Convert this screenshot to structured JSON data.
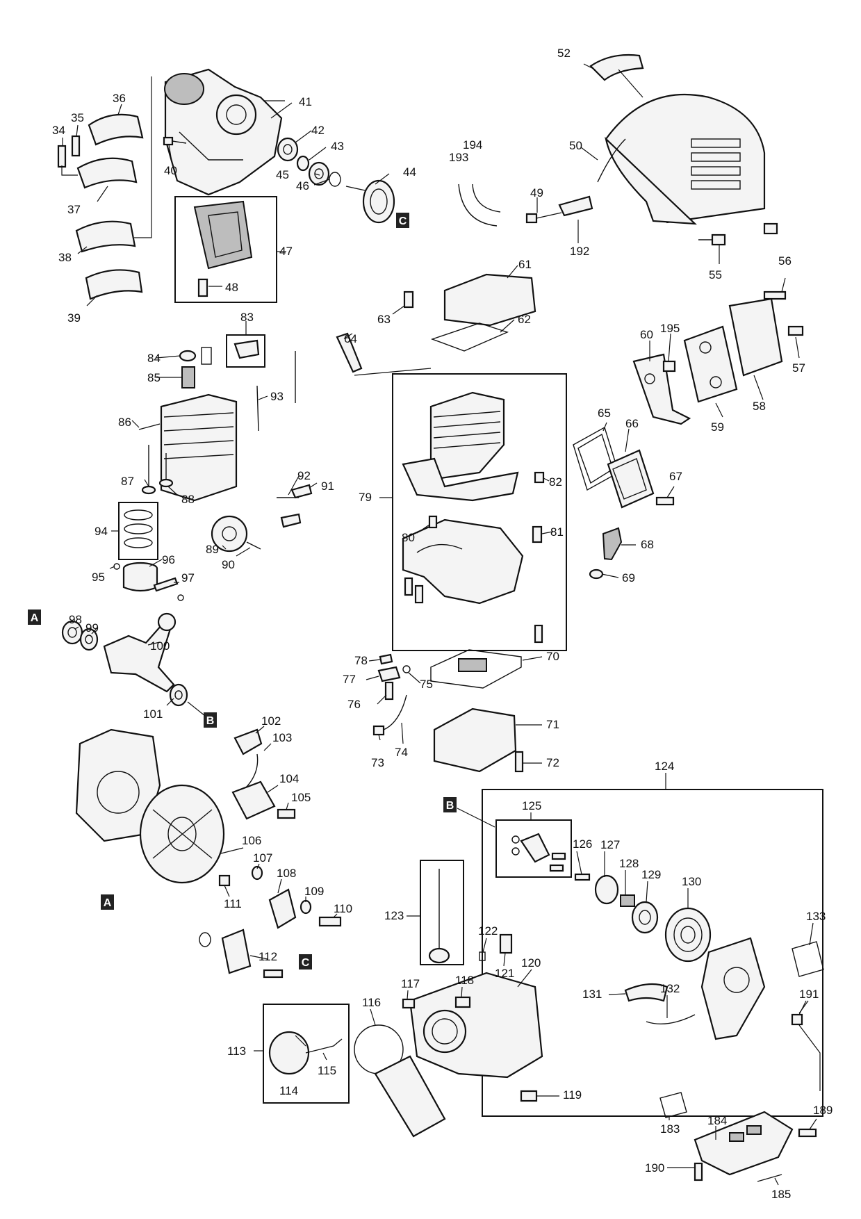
{
  "part_labels": [
    {
      "id": "34",
      "text": "34"
    },
    {
      "id": "35",
      "text": "35"
    },
    {
      "id": "36",
      "text": "36"
    },
    {
      "id": "37",
      "text": "37"
    },
    {
      "id": "38",
      "text": "38"
    },
    {
      "id": "39",
      "text": "39"
    },
    {
      "id": "40",
      "text": "40"
    },
    {
      "id": "41",
      "text": "41"
    },
    {
      "id": "42",
      "text": "42"
    },
    {
      "id": "43",
      "text": "43"
    },
    {
      "id": "44",
      "text": "44"
    },
    {
      "id": "45",
      "text": "45"
    },
    {
      "id": "46",
      "text": "46"
    },
    {
      "id": "47",
      "text": "47"
    },
    {
      "id": "48",
      "text": "48"
    },
    {
      "id": "49",
      "text": "49"
    },
    {
      "id": "50",
      "text": "50"
    },
    {
      "id": "52",
      "text": "52"
    },
    {
      "id": "55",
      "text": "55"
    },
    {
      "id": "56",
      "text": "56"
    },
    {
      "id": "57",
      "text": "57"
    },
    {
      "id": "58",
      "text": "58"
    },
    {
      "id": "59",
      "text": "59"
    },
    {
      "id": "60",
      "text": "60"
    },
    {
      "id": "61",
      "text": "61"
    },
    {
      "id": "62",
      "text": "62"
    },
    {
      "id": "63",
      "text": "63"
    },
    {
      "id": "64",
      "text": "64"
    },
    {
      "id": "65",
      "text": "65"
    },
    {
      "id": "66",
      "text": "66"
    },
    {
      "id": "67",
      "text": "67"
    },
    {
      "id": "68",
      "text": "68"
    },
    {
      "id": "69",
      "text": "69"
    },
    {
      "id": "70",
      "text": "70"
    },
    {
      "id": "71",
      "text": "71"
    },
    {
      "id": "72",
      "text": "72"
    },
    {
      "id": "73",
      "text": "73"
    },
    {
      "id": "74",
      "text": "74"
    },
    {
      "id": "75",
      "text": "75"
    },
    {
      "id": "76",
      "text": "76"
    },
    {
      "id": "77",
      "text": "77"
    },
    {
      "id": "78",
      "text": "78"
    },
    {
      "id": "79",
      "text": "79"
    },
    {
      "id": "80",
      "text": "80"
    },
    {
      "id": "81",
      "text": "81"
    },
    {
      "id": "82",
      "text": "82"
    },
    {
      "id": "83",
      "text": "83"
    },
    {
      "id": "84",
      "text": "84"
    },
    {
      "id": "85",
      "text": "85"
    },
    {
      "id": "86",
      "text": "86"
    },
    {
      "id": "87",
      "text": "87"
    },
    {
      "id": "88",
      "text": "88"
    },
    {
      "id": "89",
      "text": "89"
    },
    {
      "id": "90",
      "text": "90"
    },
    {
      "id": "91",
      "text": "91"
    },
    {
      "id": "92",
      "text": "92"
    },
    {
      "id": "93",
      "text": "93"
    },
    {
      "id": "94",
      "text": "94"
    },
    {
      "id": "95",
      "text": "95"
    },
    {
      "id": "96",
      "text": "96"
    },
    {
      "id": "97",
      "text": "97"
    },
    {
      "id": "98",
      "text": "98"
    },
    {
      "id": "99",
      "text": "99"
    },
    {
      "id": "100",
      "text": "100"
    },
    {
      "id": "101",
      "text": "101"
    },
    {
      "id": "102",
      "text": "102"
    },
    {
      "id": "103",
      "text": "103"
    },
    {
      "id": "104",
      "text": "104"
    },
    {
      "id": "105",
      "text": "105"
    },
    {
      "id": "106",
      "text": "106"
    },
    {
      "id": "107",
      "text": "107"
    },
    {
      "id": "108",
      "text": "108"
    },
    {
      "id": "109",
      "text": "109"
    },
    {
      "id": "110",
      "text": "110"
    },
    {
      "id": "111",
      "text": "111"
    },
    {
      "id": "112",
      "text": "112"
    },
    {
      "id": "113",
      "text": "113"
    },
    {
      "id": "114",
      "text": "114"
    },
    {
      "id": "115",
      "text": "115"
    },
    {
      "id": "116",
      "text": "116"
    },
    {
      "id": "117",
      "text": "117"
    },
    {
      "id": "118",
      "text": "118"
    },
    {
      "id": "119",
      "text": "119"
    },
    {
      "id": "120",
      "text": "120"
    },
    {
      "id": "121",
      "text": "121"
    },
    {
      "id": "122",
      "text": "122"
    },
    {
      "id": "123",
      "text": "123"
    },
    {
      "id": "124",
      "text": "124"
    },
    {
      "id": "125",
      "text": "125"
    },
    {
      "id": "126",
      "text": "126"
    },
    {
      "id": "127",
      "text": "127"
    },
    {
      "id": "128",
      "text": "128"
    },
    {
      "id": "129",
      "text": "129"
    },
    {
      "id": "130",
      "text": "130"
    },
    {
      "id": "131",
      "text": "131"
    },
    {
      "id": "132",
      "text": "132"
    },
    {
      "id": "133",
      "text": "133"
    },
    {
      "id": "183",
      "text": "183"
    },
    {
      "id": "184",
      "text": "184"
    },
    {
      "id": "185",
      "text": "185"
    },
    {
      "id": "189",
      "text": "189"
    },
    {
      "id": "190",
      "text": "190"
    },
    {
      "id": "191",
      "text": "191"
    },
    {
      "id": "192",
      "text": "192"
    },
    {
      "id": "193",
      "text": "193"
    },
    {
      "id": "194",
      "text": "194"
    },
    {
      "id": "195",
      "text": "195"
    }
  ],
  "reference_markers": [
    {
      "id": "A1",
      "text": "A"
    },
    {
      "id": "A2",
      "text": "A"
    },
    {
      "id": "B1",
      "text": "B"
    },
    {
      "id": "B2",
      "text": "B"
    },
    {
      "id": "C1",
      "text": "C"
    },
    {
      "id": "C2",
      "text": "C"
    }
  ]
}
